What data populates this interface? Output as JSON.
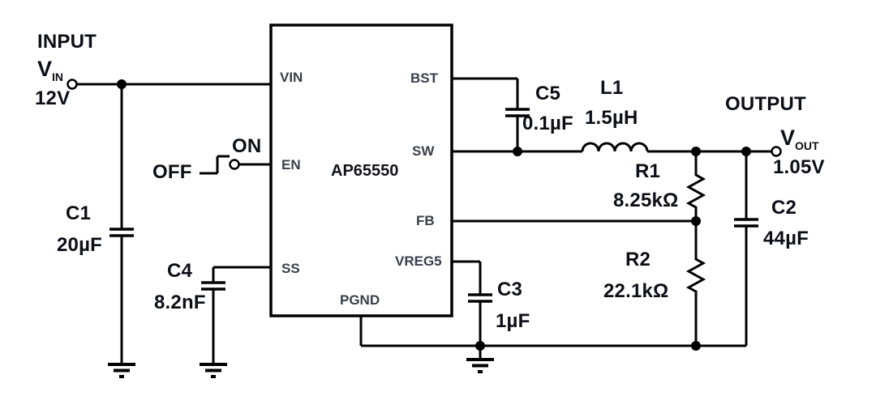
{
  "input": {
    "title": "INPUT",
    "rail": "V",
    "rail_sub": "IN",
    "voltage": "12V"
  },
  "output": {
    "title": "OUTPUT",
    "rail": "V",
    "rail_sub": "OUT",
    "voltage": "1.05V"
  },
  "enable_switch": {
    "on": "ON",
    "off": "OFF"
  },
  "ic": {
    "part": "AP65550",
    "pins": {
      "vin": "VIN",
      "en": "EN",
      "ss": "SS",
      "bst": "BST",
      "sw": "SW",
      "fb": "FB",
      "vreg5": "VREG5",
      "pgnd": "PGND"
    }
  },
  "components": {
    "c1": {
      "ref": "C1",
      "value": "20µF"
    },
    "c2": {
      "ref": "C2",
      "value": "44µF"
    },
    "c3": {
      "ref": "C3",
      "value": "1µF"
    },
    "c4": {
      "ref": "C4",
      "value": "8.2nF"
    },
    "c5": {
      "ref": "C5",
      "value": "0.1µF"
    },
    "l1": {
      "ref": "L1",
      "value": "1.5µH"
    },
    "r1": {
      "ref": "R1",
      "value": "8.25kΩ"
    },
    "r2": {
      "ref": "R2",
      "value": "22.1kΩ"
    }
  },
  "colors": {
    "wire": "#000000",
    "label_text": "#0b0f16",
    "pin_text": "#39404b"
  }
}
